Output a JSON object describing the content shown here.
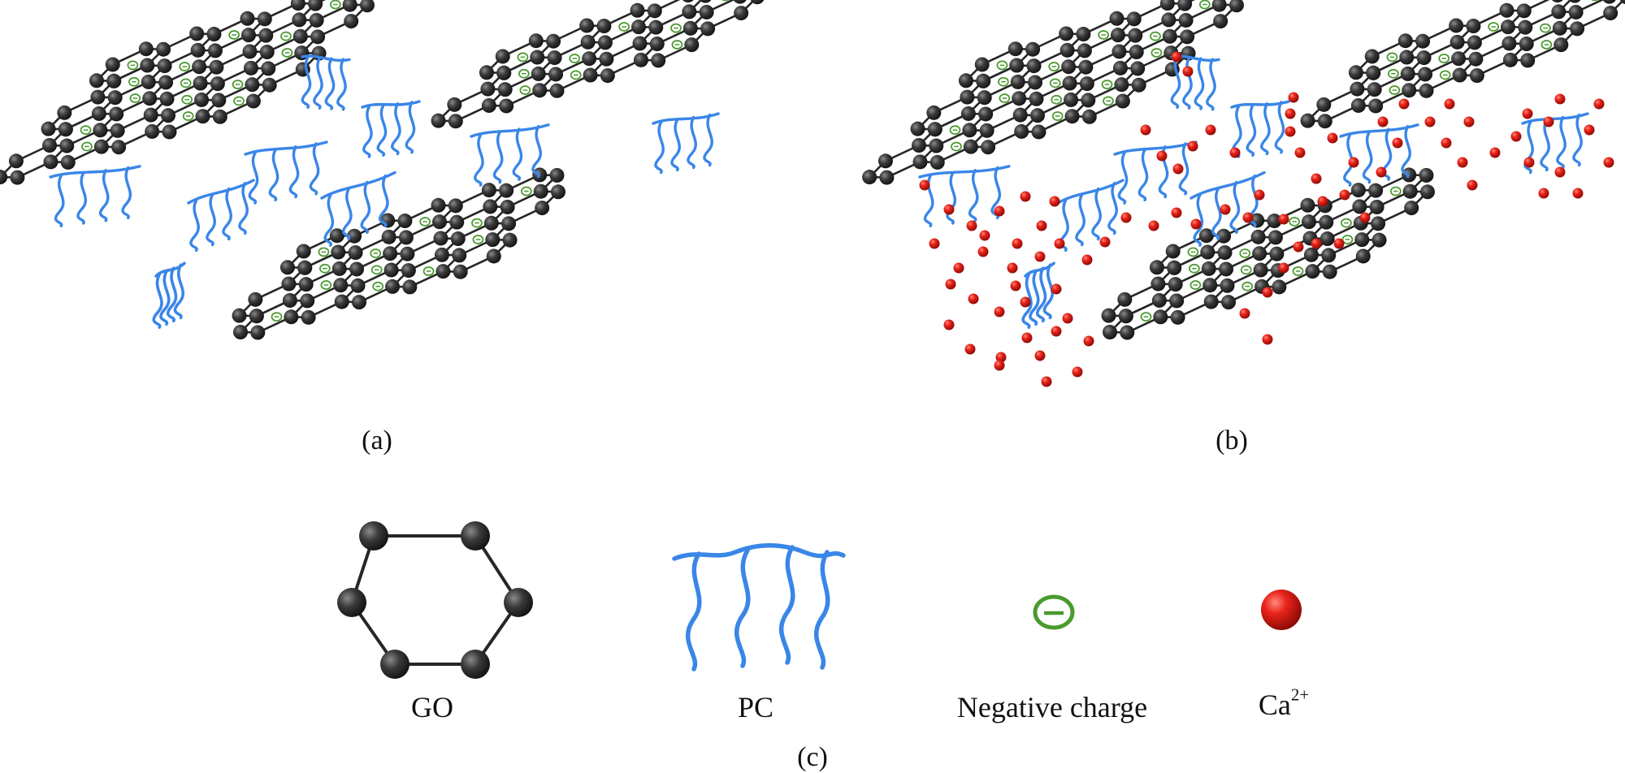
{
  "panels": {
    "a": "(a)",
    "b": "(b)",
    "c": "(c)"
  },
  "legend": {
    "go": "GO",
    "pc": "PC",
    "negative": "Negative charge",
    "ca": "Ca",
    "ca_sup": "2+"
  },
  "colors": {
    "node": "#2b2b2b",
    "bond": "#262626",
    "pc": "#3a86e8",
    "charge": "#4a9a2e",
    "ca": "#e01e14"
  },
  "icons": {
    "go": "hexagon-ring-icon",
    "pc": "polymer-comb-icon",
    "negative": "negative-charge-icon",
    "ca": "calcium-ion-icon"
  }
}
